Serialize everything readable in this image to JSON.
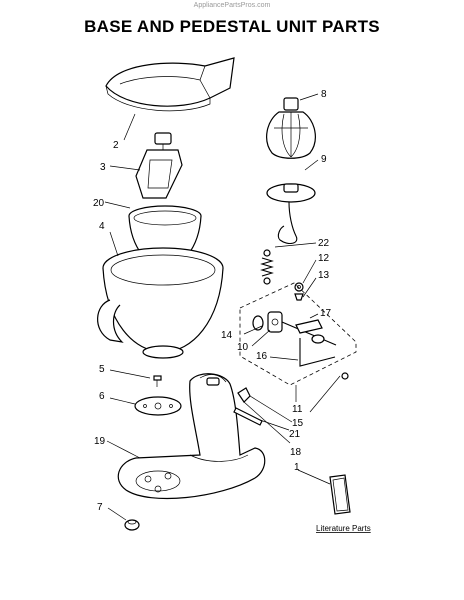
{
  "watermark": "AppliancePartsPros.com",
  "title": "BASE AND PEDESTAL UNIT PARTS",
  "callouts": {
    "c1": "1",
    "c2": "2",
    "c3": "3",
    "c4": "4",
    "c5": "5",
    "c6": "6",
    "c7": "7",
    "c8": "8",
    "c9": "9",
    "c10": "10",
    "c11": "11",
    "c12": "12",
    "c13": "13",
    "c14": "14",
    "c15": "15",
    "c16": "16",
    "c17": "17",
    "c18": "18",
    "c19": "19",
    "c20": "20",
    "c21": "21",
    "c22": "22"
  },
  "literature_label": "Literature Parts"
}
